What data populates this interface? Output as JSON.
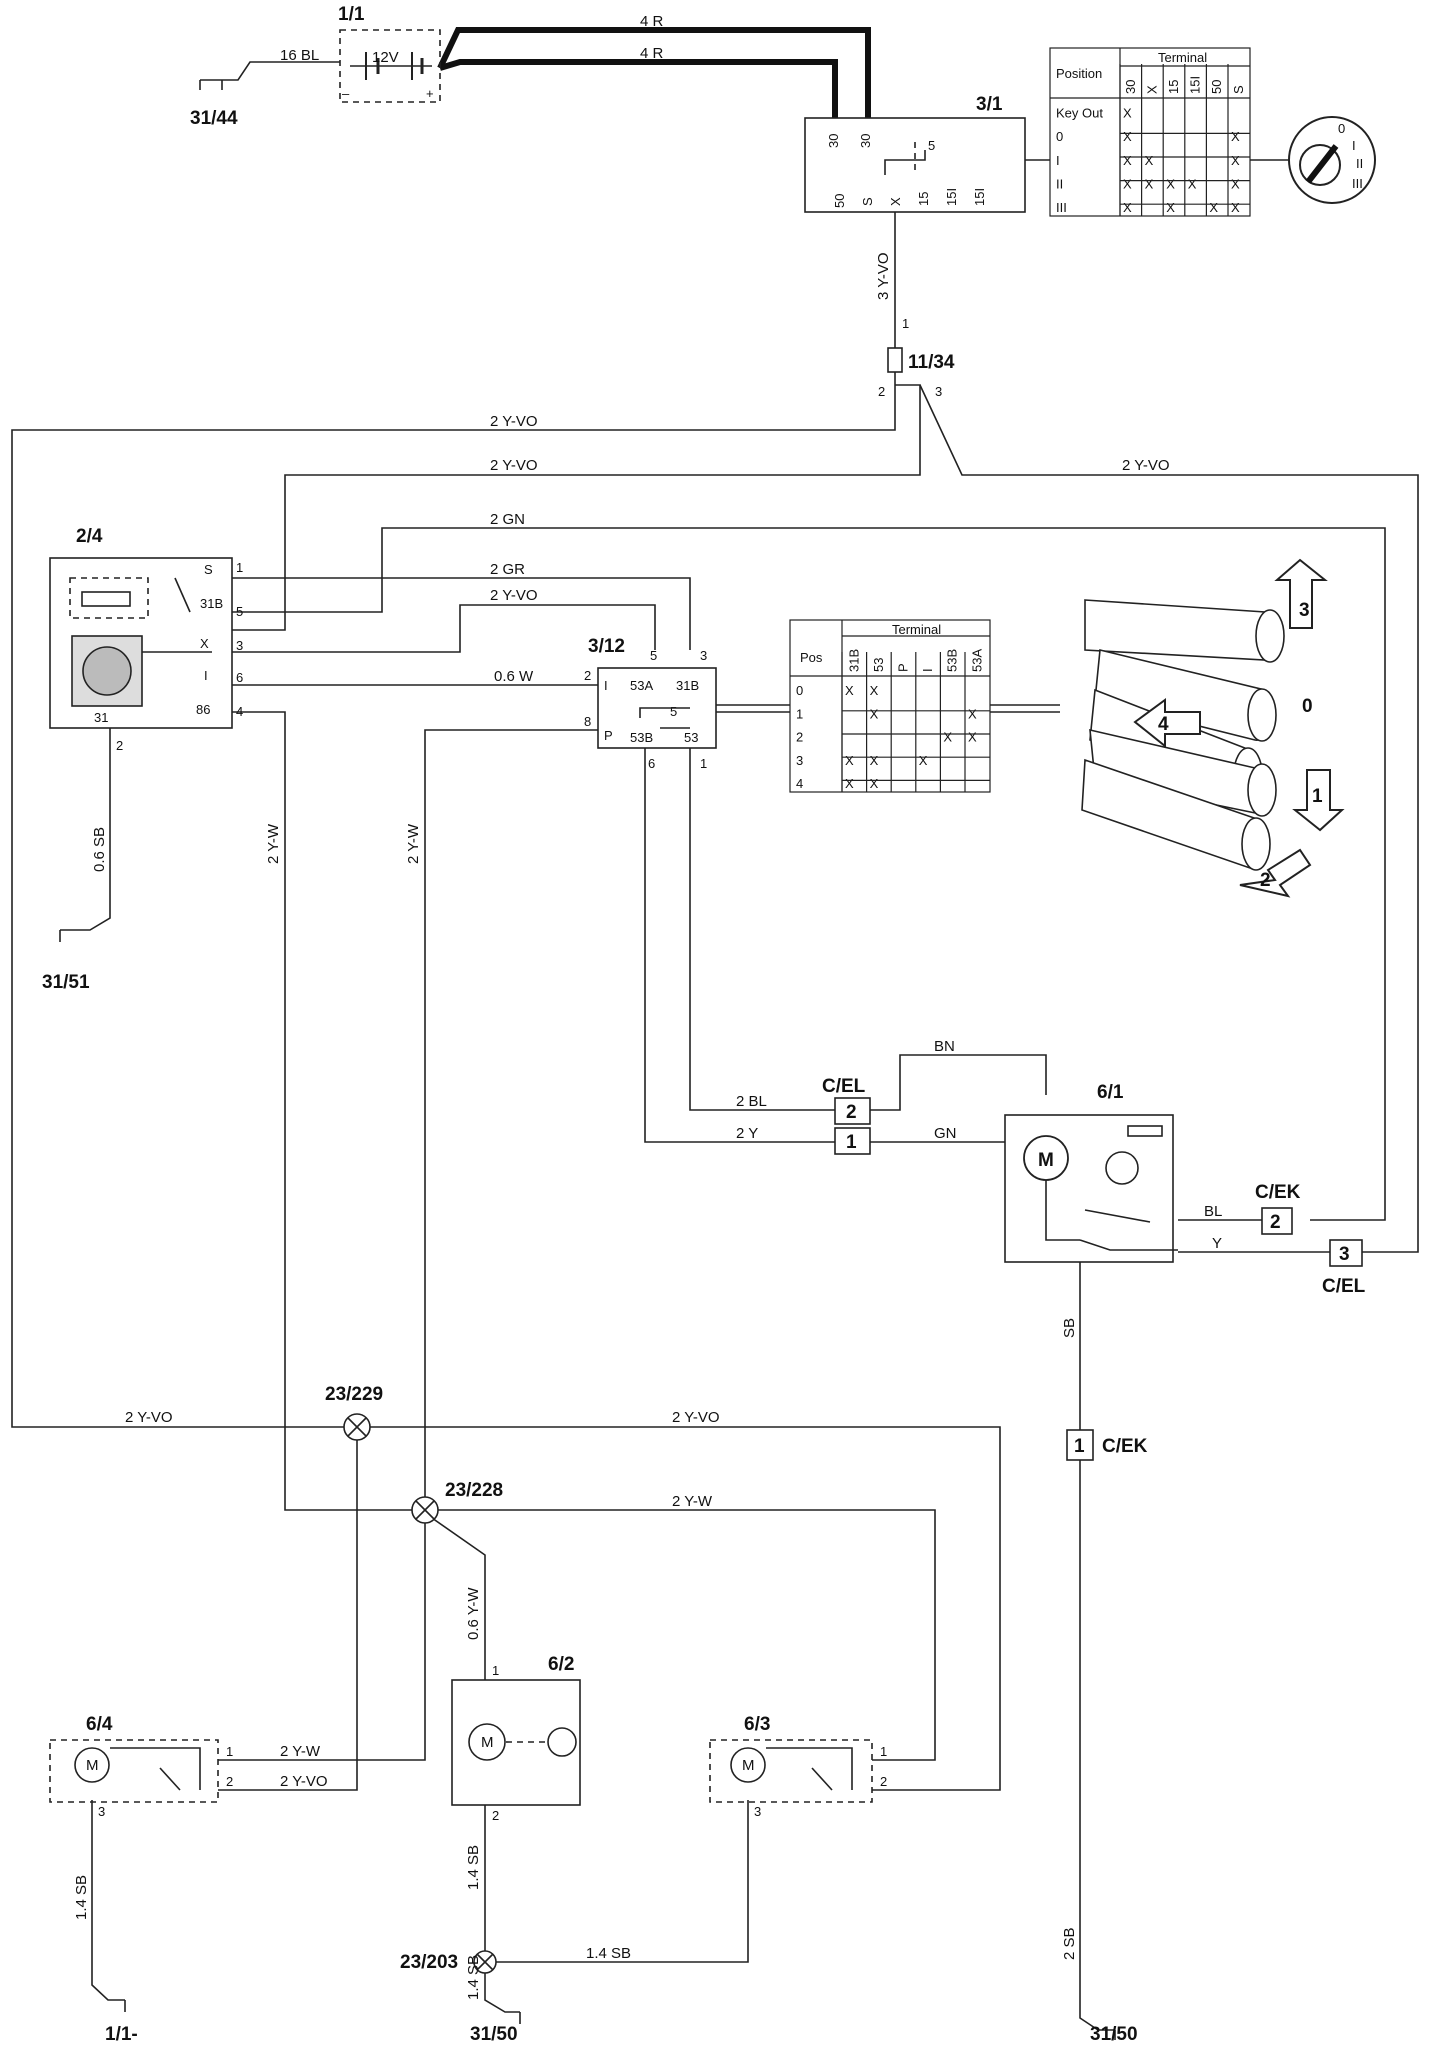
{
  "components": {
    "battery": {
      "id": "1/1",
      "label": "12V"
    },
    "ignition": {
      "id": "3/1",
      "pins_top": [
        "30",
        "30"
      ],
      "pins_bottom": [
        "50",
        "S",
        "X",
        "15",
        "15I",
        "15I"
      ],
      "inner": "5"
    },
    "fuse": {
      "id": "11/34",
      "pins": [
        "1",
        "2",
        "3"
      ]
    },
    "relay": {
      "id": "2/4",
      "pins": [
        "S",
        "31B",
        "X",
        "I",
        "86",
        "31"
      ],
      "numbers": [
        "1",
        "5",
        "3",
        "6",
        "4",
        "2"
      ]
    },
    "wiper_switch": {
      "id": "3/12",
      "pins": [
        "53A",
        "31B",
        "53B",
        "53",
        "I",
        "P",
        "5"
      ],
      "numbers": [
        "5",
        "3",
        "2",
        "8",
        "6",
        "1"
      ]
    },
    "wiper_motor": {
      "id": "6/1",
      "symbol": "M"
    },
    "motor_64": {
      "id": "6/4",
      "symbol": "M",
      "pins": [
        "1",
        "2",
        "3"
      ]
    },
    "motor_62": {
      "id": "6/2",
      "symbol": "M",
      "pins": [
        "1",
        "2"
      ]
    },
    "motor_63": {
      "id": "6/3",
      "symbol": "M",
      "pins": [
        "1",
        "2",
        "3"
      ]
    }
  },
  "connectors": {
    "cel_top": {
      "name": "C/EL",
      "pins": [
        "2",
        "1"
      ]
    },
    "cek_mid": {
      "name": "C/EK",
      "pin": "2"
    },
    "cel_mid": {
      "name": "C/EL",
      "pin": "3"
    },
    "cek_low": {
      "name": "C/EK",
      "pin": "1"
    }
  },
  "splices": [
    "23/229",
    "23/228",
    "23/203"
  ],
  "grounds": [
    "31/44",
    "31/51",
    "1/1-",
    "31/50",
    "31/50"
  ],
  "wires": {
    "bl16": "16 BL",
    "r4a": "4 R",
    "r4b": "4 R",
    "yvo3": "3 Y-VO",
    "yvo2a": "2 Y-VO",
    "yvo2b": "2 Y-VO",
    "yvo2c": "2 Y-VO",
    "gn2": "2 GN",
    "gr2": "2 GR",
    "yvo2d": "2 Y-VO",
    "w06": "0.6 W",
    "sb06": "0.6 SB",
    "yw2a": "2 Y-W",
    "yw2b": "2 Y-W",
    "bn": "BN",
    "bl2": "2 BL",
    "y2": "2 Y",
    "gn": "GN",
    "bl": "BL",
    "y": "Y",
    "sb": "SB",
    "yvo2e": "2 Y-VO",
    "yvo2f": "2 Y-VO",
    "yw2c": "2 Y-W",
    "yw06": "0.6 Y-W",
    "yw2d": "2 Y-W",
    "yvo2g": "2 Y-VO",
    "sb14a": "1.4 SB",
    "sb14b": "1.4 SB",
    "sb14c": "1.4 SB",
    "sb14d": "1.4 SB",
    "sb2": "2 SB"
  },
  "ignition_table": {
    "title": "Terminal",
    "corner": "Position",
    "headers": [
      "30",
      "X",
      "15",
      "15I",
      "50",
      "S"
    ],
    "rows": [
      {
        "pos": "Key Out",
        "cells": [
          "X",
          "",
          "",
          "",
          "",
          ""
        ]
      },
      {
        "pos": "0",
        "cells": [
          "X",
          "",
          "",
          "",
          "",
          "X"
        ]
      },
      {
        "pos": "I",
        "cells": [
          "X",
          "X",
          "",
          "",
          "",
          "X"
        ]
      },
      {
        "pos": "II",
        "cells": [
          "X",
          "X",
          "X",
          "X",
          "",
          "X"
        ]
      },
      {
        "pos": "III",
        "cells": [
          "X",
          "",
          "X",
          "",
          "X",
          "X"
        ]
      }
    ]
  },
  "wiper_table": {
    "title": "Terminal",
    "corner": "Pos",
    "headers": [
      "31B",
      "53",
      "P",
      "I",
      "53B",
      "53A"
    ],
    "rows": [
      {
        "pos": "0",
        "cells": [
          "X",
          "X",
          "",
          "",
          "",
          ""
        ]
      },
      {
        "pos": "1",
        "cells": [
          "",
          "X",
          "",
          "",
          "",
          "X"
        ]
      },
      {
        "pos": "2",
        "cells": [
          "",
          "",
          "",
          "",
          "X",
          "X"
        ]
      },
      {
        "pos": "3",
        "cells": [
          "X",
          "X",
          "",
          "X",
          "",
          ""
        ]
      },
      {
        "pos": "4",
        "cells": [
          "X",
          "X",
          "",
          "",
          "",
          ""
        ]
      }
    ]
  },
  "ignition_key": [
    "0",
    "I",
    "II",
    "III"
  ],
  "stalk_positions": [
    "3",
    "0",
    "4",
    "1",
    "2"
  ]
}
